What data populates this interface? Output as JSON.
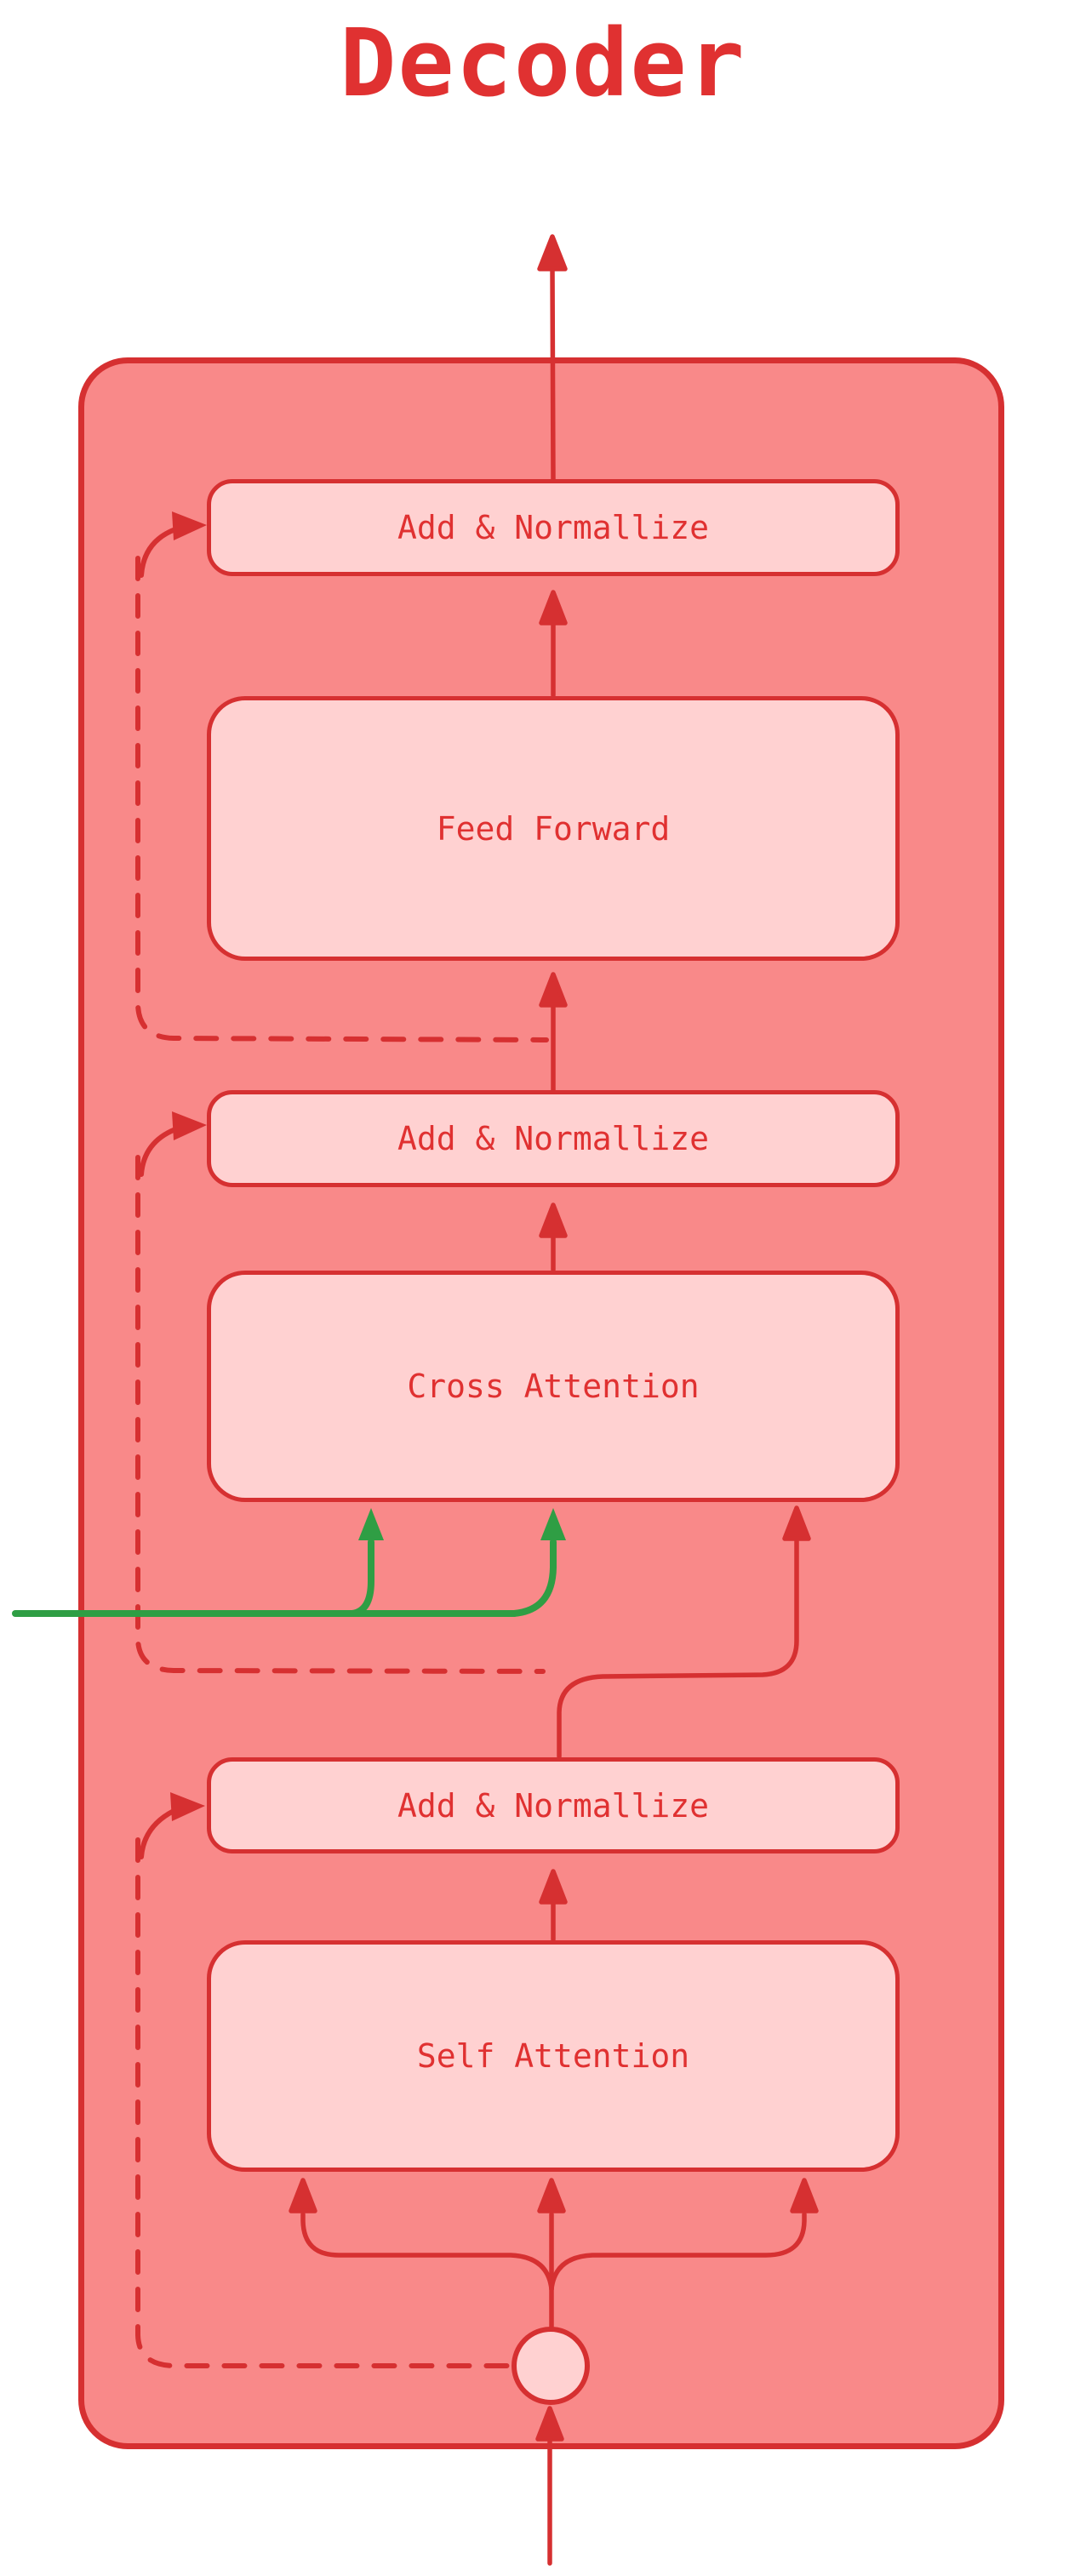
{
  "title": "Decoder",
  "diagram": {
    "blocks": [
      {
        "id": "add-normalize-top",
        "label": "Add & Normallize"
      },
      {
        "id": "feed-forward",
        "label": "Feed Forward"
      },
      {
        "id": "add-normalize-middle",
        "label": "Add & Normallize"
      },
      {
        "id": "cross-attention",
        "label": "Cross Attention"
      },
      {
        "id": "add-normalize-bottom",
        "label": "Add & Normallize"
      },
      {
        "id": "self-attention",
        "label": "Self Attention"
      }
    ],
    "colors": {
      "stroke_red": "#d63031",
      "text_red": "#e03131",
      "container_fill": "#f98989",
      "block_fill": "#ffd1d1",
      "green_arrow": "#2f9e44",
      "background": "#ffffff"
    }
  }
}
